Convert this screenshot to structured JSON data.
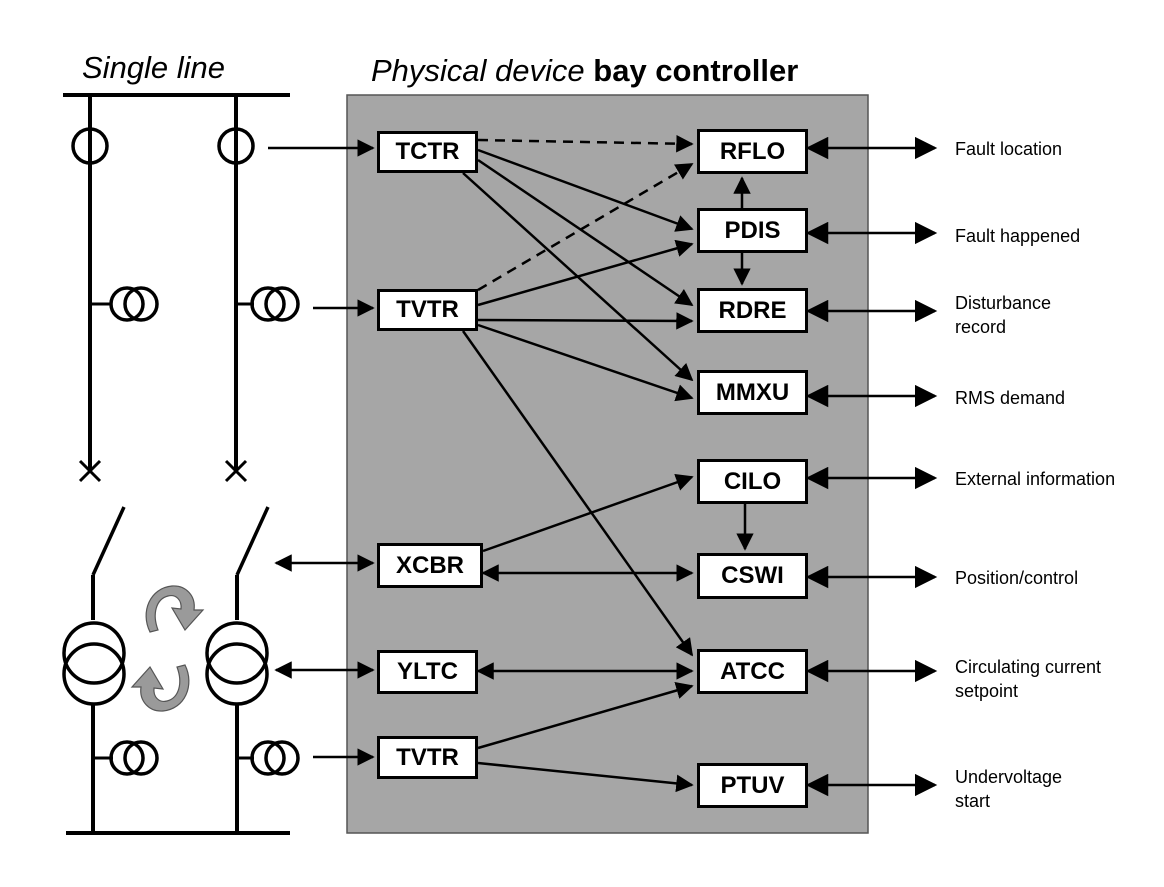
{
  "titles": {
    "single_line": "Single line",
    "device_prefix": "Physical device ",
    "device_bold": "bay controller"
  },
  "colors": {
    "panel": "#a6a6a6",
    "panel_border": "#555555",
    "rotation_arrow": "#9a9a9a",
    "line": "#000000"
  },
  "nodes": {
    "tctr": "TCTR",
    "tvtr_upper": "TVTR",
    "xcbr": "XCBR",
    "yltc": "YLTC",
    "tvtr_lower": "TVTR",
    "rflo": "RFLO",
    "pdis": "PDIS",
    "rdre": "RDRE",
    "mmxu": "MMXU",
    "cilo": "CILO",
    "cswi": "CSWI",
    "atcc": "ATCC",
    "ptuv": "PTUV"
  },
  "outputs": {
    "rflo": [
      "Fault location"
    ],
    "pdis": [
      "Fault happened"
    ],
    "rdre": [
      "Disturbance",
      "record"
    ],
    "mmxu": [
      "RMS demand"
    ],
    "cilo": [
      "External information"
    ],
    "cswi": [
      "Position/control"
    ],
    "atcc": [
      "Circulating current",
      "setpoint"
    ],
    "ptuv": [
      "Undervoltage",
      "start"
    ]
  }
}
